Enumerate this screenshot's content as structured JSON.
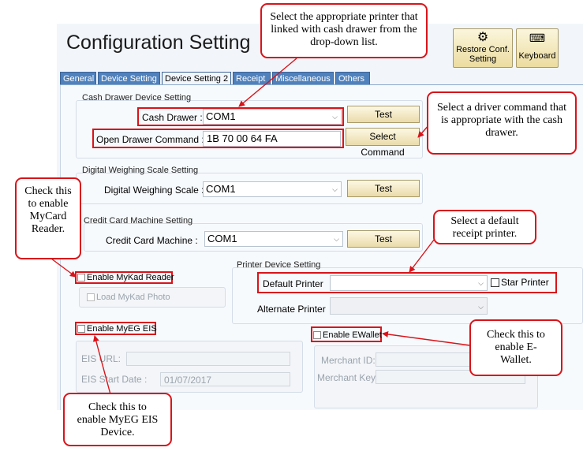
{
  "window": {
    "title": "Configuration Setting"
  },
  "top_buttons": {
    "restore": "Restore Conf. Setting",
    "keyboard": "Keyboard"
  },
  "tabs": [
    "General",
    "Device Setting",
    "Device Setting 2",
    "Receipt",
    "Miscellaneous",
    "Others"
  ],
  "active_tab": "Device Setting 2",
  "cash_drawer": {
    "group_title": "Cash Drawer Device Setting",
    "drawer_label": "Cash Drawer :",
    "drawer_value": "COM1",
    "test_button": "Test",
    "open_command_label": "Open Drawer Command :",
    "open_command_value": "1B 70 00 64 FA",
    "select_command_button": "Select Command"
  },
  "scale": {
    "group_title": "Digital Weighing Scale Setting",
    "label": "Digital Weighing Scale :",
    "value": "COM1",
    "test_button": "Test"
  },
  "credit_card": {
    "group_title": "Credit Card Machine Setting",
    "label": "Credit Card Machine :",
    "value": "COM1",
    "test_button": "Test"
  },
  "mykad": {
    "enable_label": "Enable MyKad Reader",
    "load_label": "Load MyKad Photo"
  },
  "printer": {
    "group_title": "Printer Device Setting",
    "default_label": "Default Printer",
    "default_value": "",
    "star_label": "Star Printer",
    "alternate_label": "Alternate Printer",
    "alternate_value": ""
  },
  "myeg": {
    "enable_label": "Enable MyEG EIS",
    "url_label": "EIS URL:",
    "url_value": "",
    "start_label": "EIS Start Date :",
    "start_value": "01/07/2017"
  },
  "ewallet": {
    "enable_label": "Enable EWallet",
    "merchant_id_label": "Merchant ID:",
    "merchant_id_value": "",
    "merchant_key_label": "Merchant Key:",
    "merchant_key_value": ""
  },
  "callouts": {
    "printer_drawer": "Select the appropriate printer that linked with cash drawer from the drop-down list.",
    "driver_command": "Select a driver command that is appropriate with the cash drawer.",
    "mycard": "Check this to enable MyCard Reader.",
    "default_printer": "Select a default receipt printer.",
    "ewallet": "Check this to enable E-Wallet.",
    "myeg": "Check this to enable MyEG EIS Device."
  },
  "colors": {
    "tab_blue": "#4f81bd",
    "annotation_red": "#d8141a",
    "button_gold": "#eadbaa"
  }
}
